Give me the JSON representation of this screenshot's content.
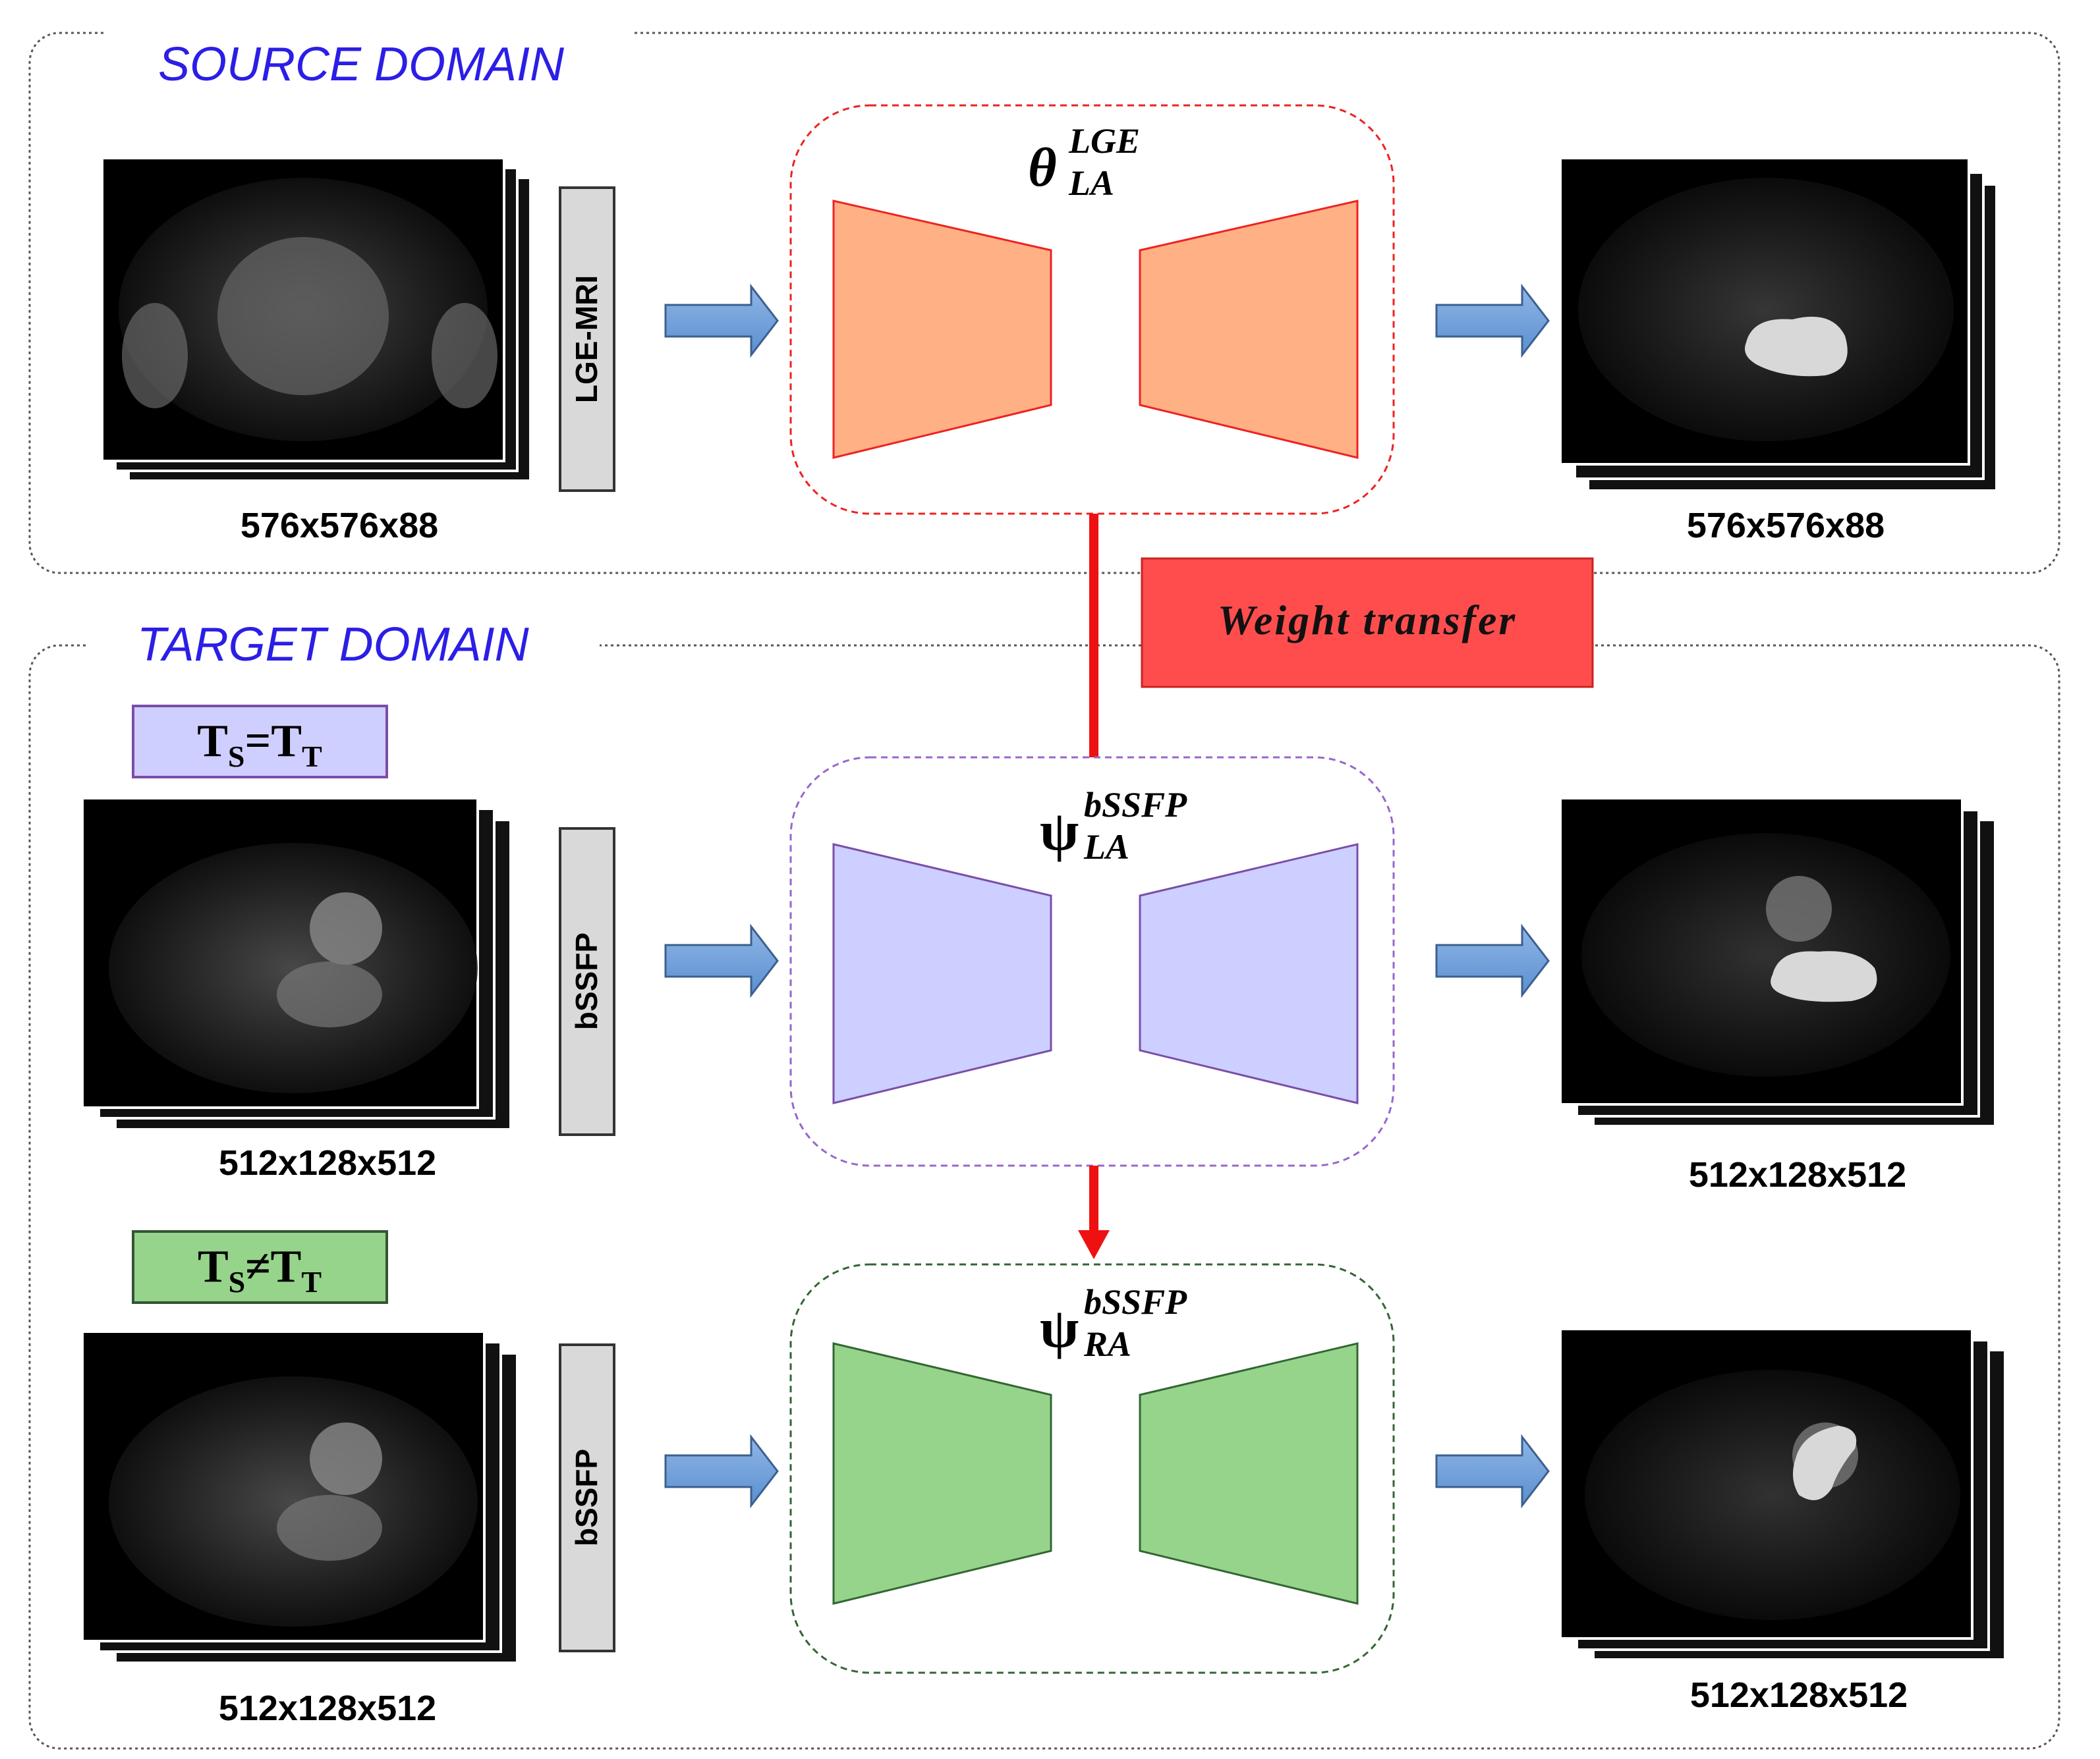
{
  "source_domain": {
    "title": "SOURCE DOMAIN",
    "input_modality": "LGE-MRI",
    "input_dims": "576x576x88",
    "output_dims": "576x576x88",
    "network": {
      "symbol": "θ",
      "superscript": "LGE",
      "subscript": "LA",
      "color": "#ffb085",
      "border_color": "#ee2222"
    }
  },
  "weight_transfer": {
    "label": "Weight transfer",
    "color": "#ff4d4d"
  },
  "target_domain": {
    "title": "TARGET DOMAIN",
    "rows": [
      {
        "condition": {
          "left": "T",
          "left_sub": "S",
          "op": "=",
          "right": "T",
          "right_sub": "T",
          "color": "#cfcfff"
        },
        "input_modality": "bSSFP",
        "input_dims": "512x128x512",
        "output_dims": "512x128x512",
        "network": {
          "symbol": "ψ",
          "superscript": "bSSFP",
          "subscript": "LA",
          "color": "#cccfff",
          "border_color": "#9966cc"
        }
      },
      {
        "condition": {
          "left": "T",
          "left_sub": "S",
          "op": "≠",
          "right": "T",
          "right_sub": "T",
          "color": "#96d48b"
        },
        "input_modality": "bSSFP",
        "input_dims": "512x128x512",
        "output_dims": "512x128x512",
        "network": {
          "symbol": "ψ",
          "superscript": "bSSFP",
          "subscript": "RA",
          "color": "#96d48b",
          "border_color": "#336633"
        }
      }
    ]
  }
}
